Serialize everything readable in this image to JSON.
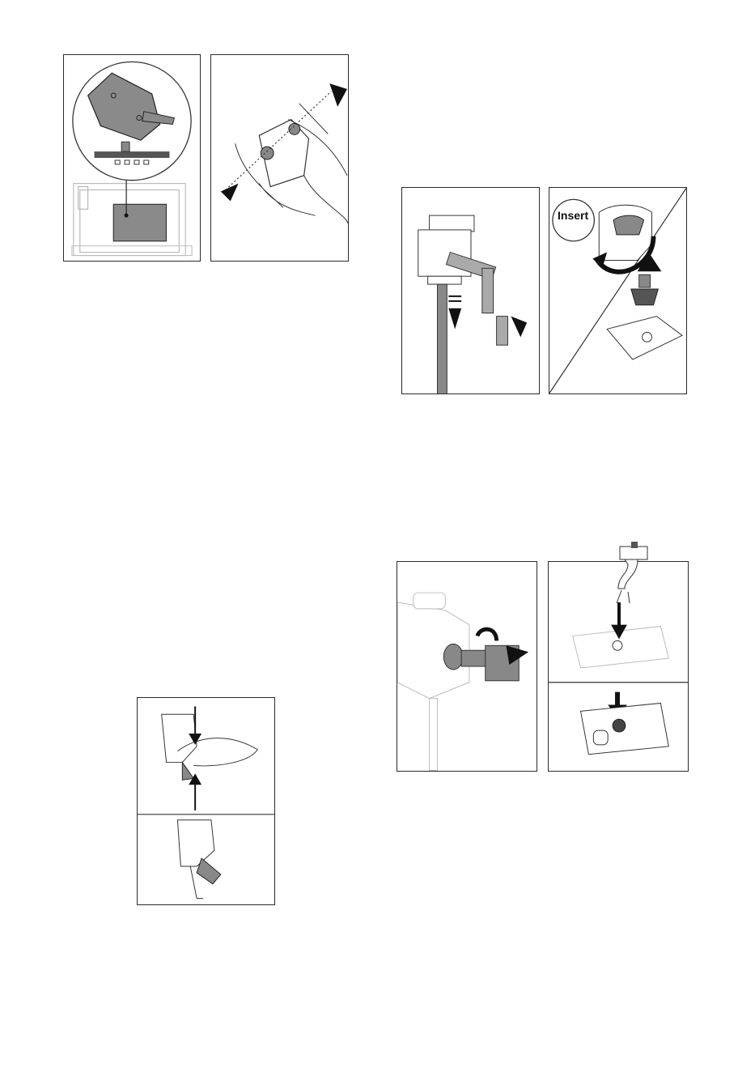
{
  "figures": [
    {
      "id": "fig1",
      "description_icon": "brew-unit-removal-icon"
    },
    {
      "id": "fig2",
      "description_icon": "squeeze-release-icon"
    },
    {
      "id": "fig3",
      "description_icon": "tube-pull-icon"
    },
    {
      "id": "fig4",
      "description_icon": "insert-filter-icon",
      "label": "Insert"
    },
    {
      "id": "fig5",
      "description_icon": "connector-twist-icon"
    },
    {
      "id": "fig6",
      "description_icon": "tap-rinse-icon"
    },
    {
      "id": "fig7",
      "description_icon": "push-into-housing-icon"
    },
    {
      "id": "fig8",
      "description_icon": "pinch-unit-icon"
    },
    {
      "id": "fig9",
      "description_icon": "released-unit-icon"
    }
  ],
  "colors": {
    "stroke": "#2a2a2a",
    "gray": "#8a8a8a",
    "lightgray": "#b9b9b9",
    "black": "#111111"
  }
}
